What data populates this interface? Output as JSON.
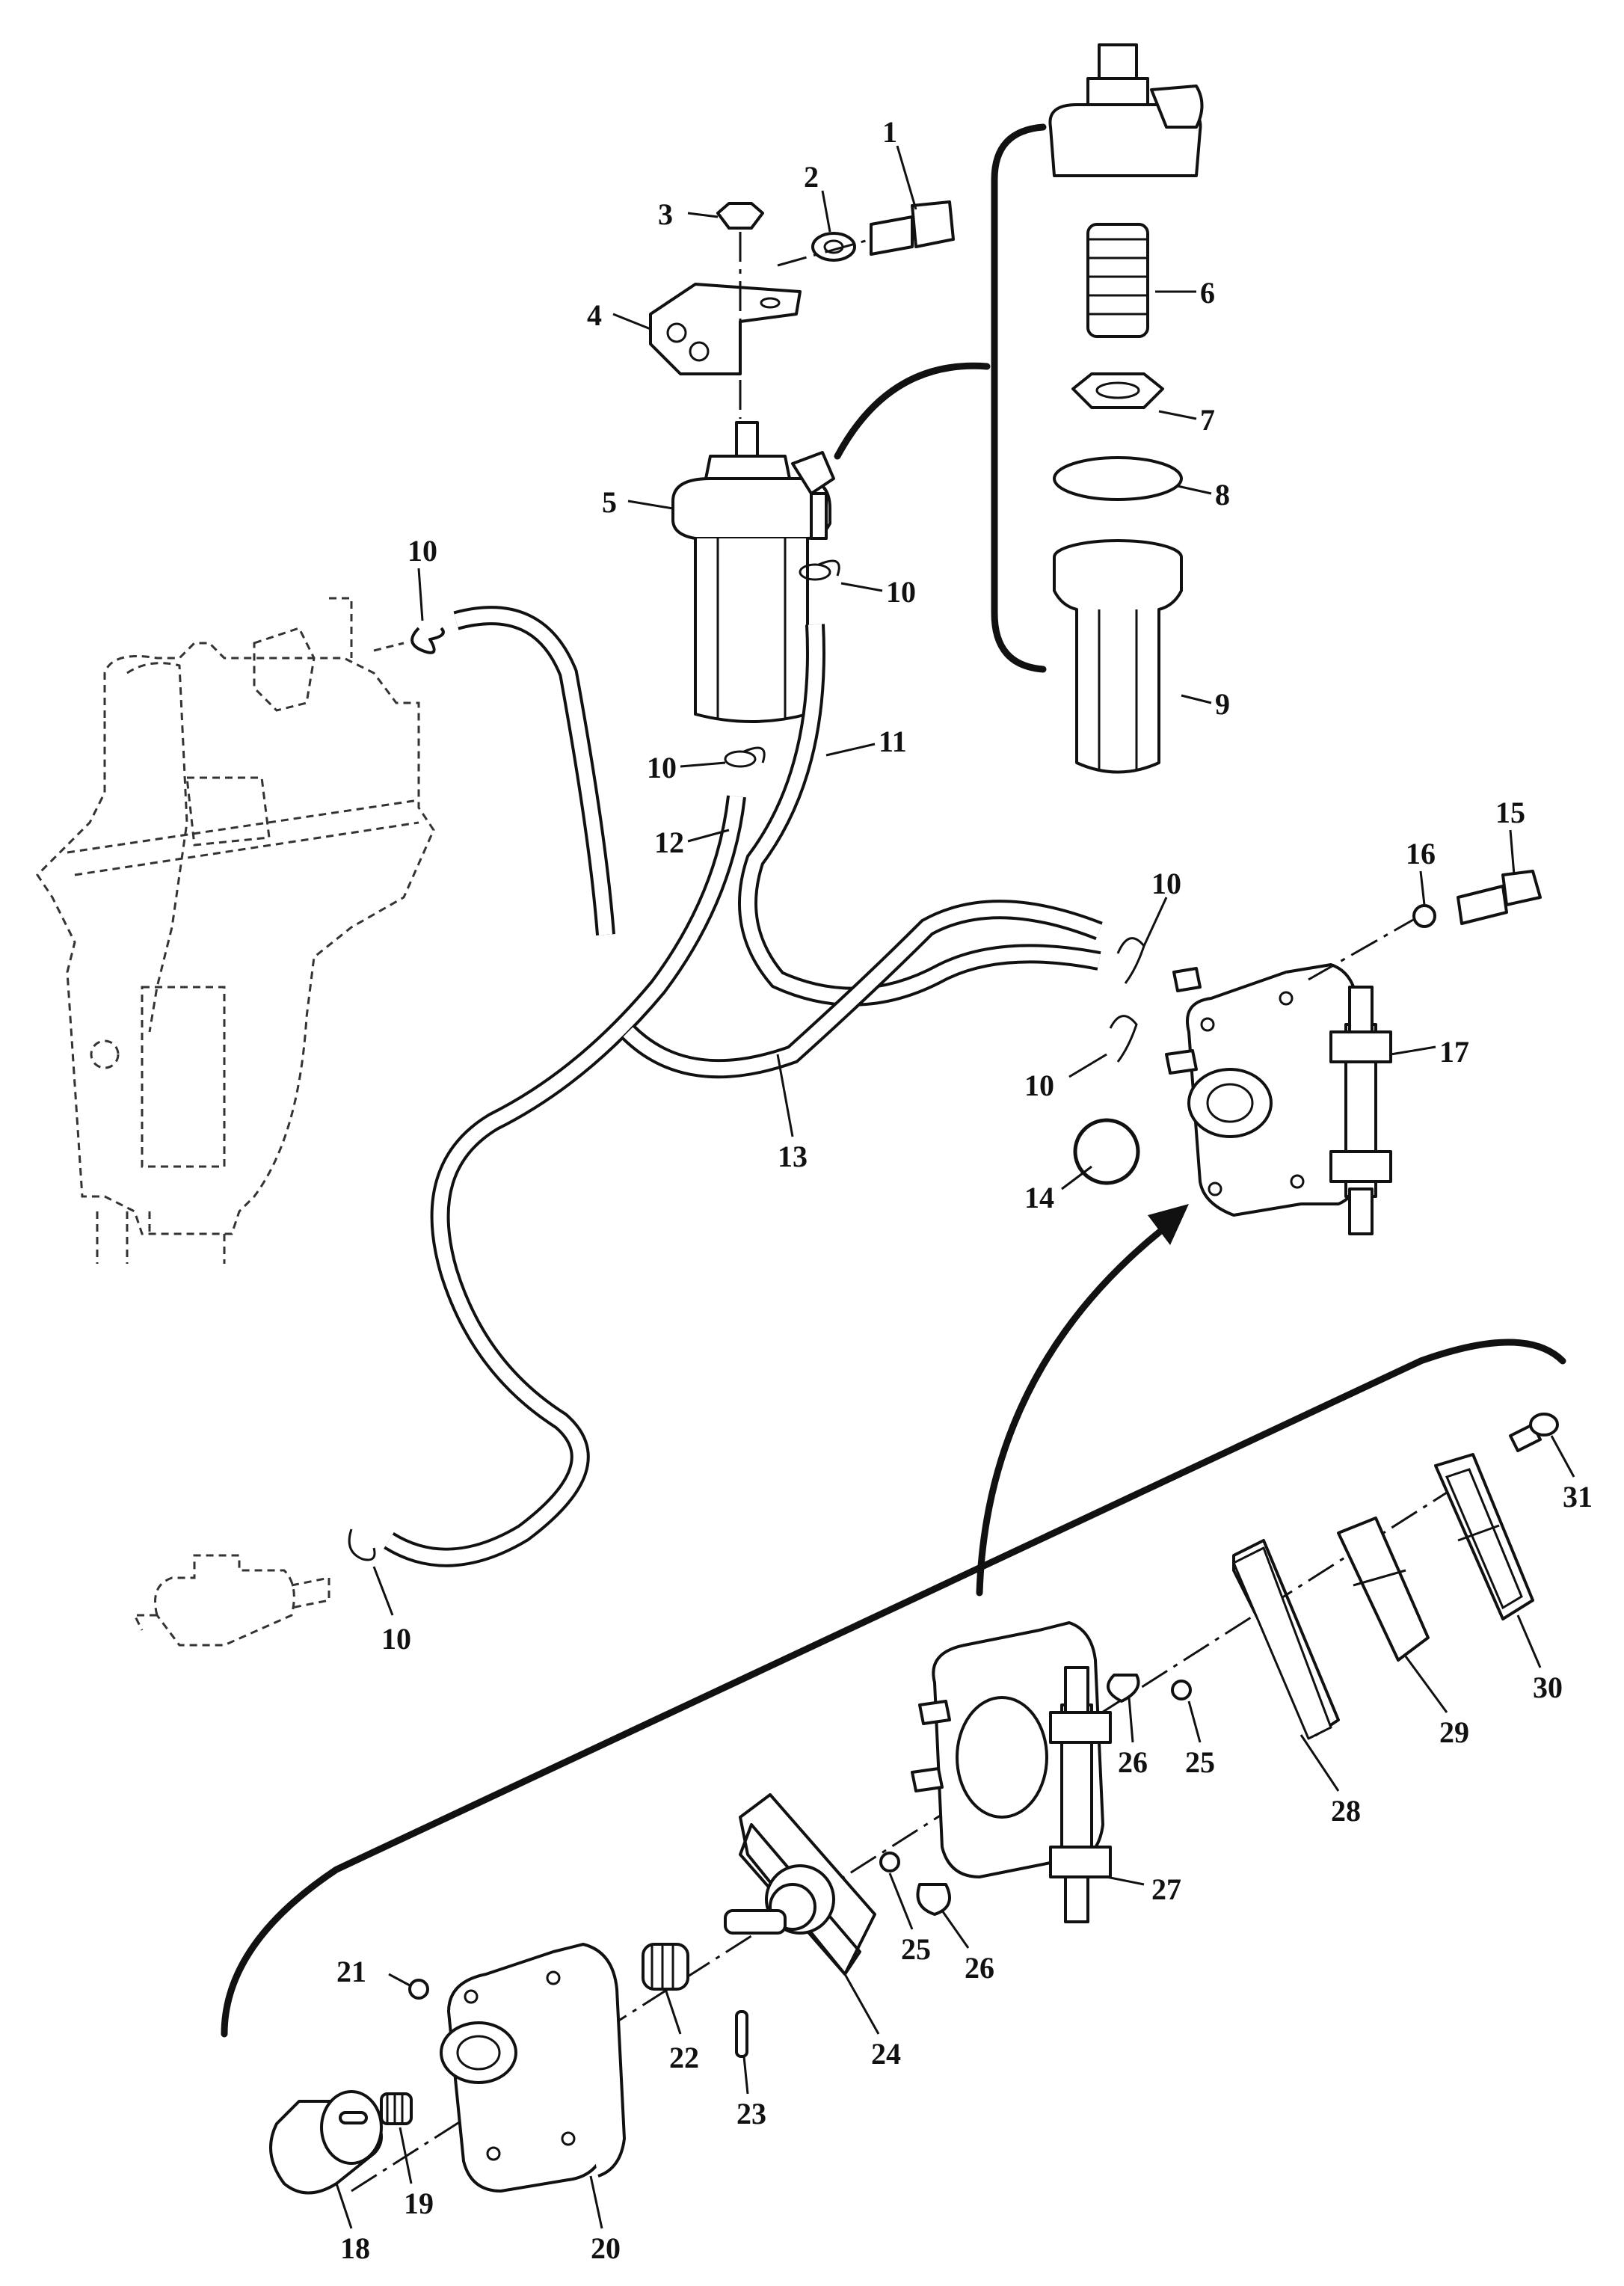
{
  "colors": {
    "ink": "#111111",
    "paper": "#ffffff"
  },
  "labels": {
    "p1": "1",
    "p2": "2",
    "p3": "3",
    "p4": "4",
    "p5": "5",
    "p6": "6",
    "p7": "7",
    "p8": "8",
    "p9": "9",
    "p10": "10",
    "p11": "11",
    "p12": "12",
    "p13": "13",
    "p14": "14",
    "p15": "15",
    "p16": "16",
    "p17": "17",
    "p18": "18",
    "p19": "19",
    "p20": "20",
    "p21": "21",
    "p22": "22",
    "p23": "23",
    "p24": "24",
    "p25": "25",
    "p26": "26",
    "p27": "27",
    "p28": "28",
    "p29": "29",
    "p30": "30",
    "p31": "31"
  }
}
